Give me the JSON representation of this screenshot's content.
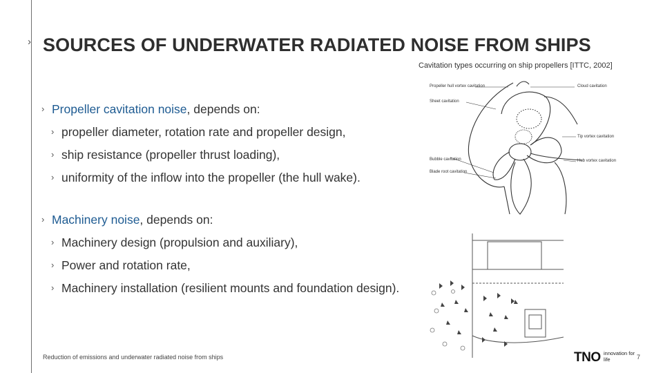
{
  "slide": {
    "title": "SOURCES OF UNDERWATER RADIATED NOISE FROM SHIPS",
    "figure_caption": "Cavitation types occurring on ship propellers [ITTC, 2002]"
  },
  "bullets": {
    "propeller": {
      "highlight": "Propeller cavitation noise",
      "rest": ", depends on:",
      "items": [
        "propeller diameter, rotation rate and propeller design,",
        "ship resistance (propeller thrust loading),",
        "uniformity of the inflow into the propeller (the hull wake)."
      ]
    },
    "machinery": {
      "highlight": "Machinery noise",
      "rest": ", depends on:",
      "items": [
        "Machinery design (propulsion and auxiliary),",
        "Power and rotation rate,",
        "Machinery installation (resilient mounts and foundation design)."
      ]
    }
  },
  "propeller_figure": {
    "labels": {
      "hull_vortex": "Propeller hull vortex cavitation",
      "sheet": "Sheet cavitation",
      "bubble": "Bubble cavitation",
      "blade_root": "Blade root cavitation",
      "cloud": "Cloud cavitation",
      "tip_vortex": "Tip vortex cavitation",
      "hub_vortex": "Hub vortex cavitation"
    }
  },
  "footer": {
    "text": "Reduction of emissions and underwater radiated noise from ships",
    "logo": "TNO",
    "tagline": "innovation for life",
    "page": "7"
  }
}
